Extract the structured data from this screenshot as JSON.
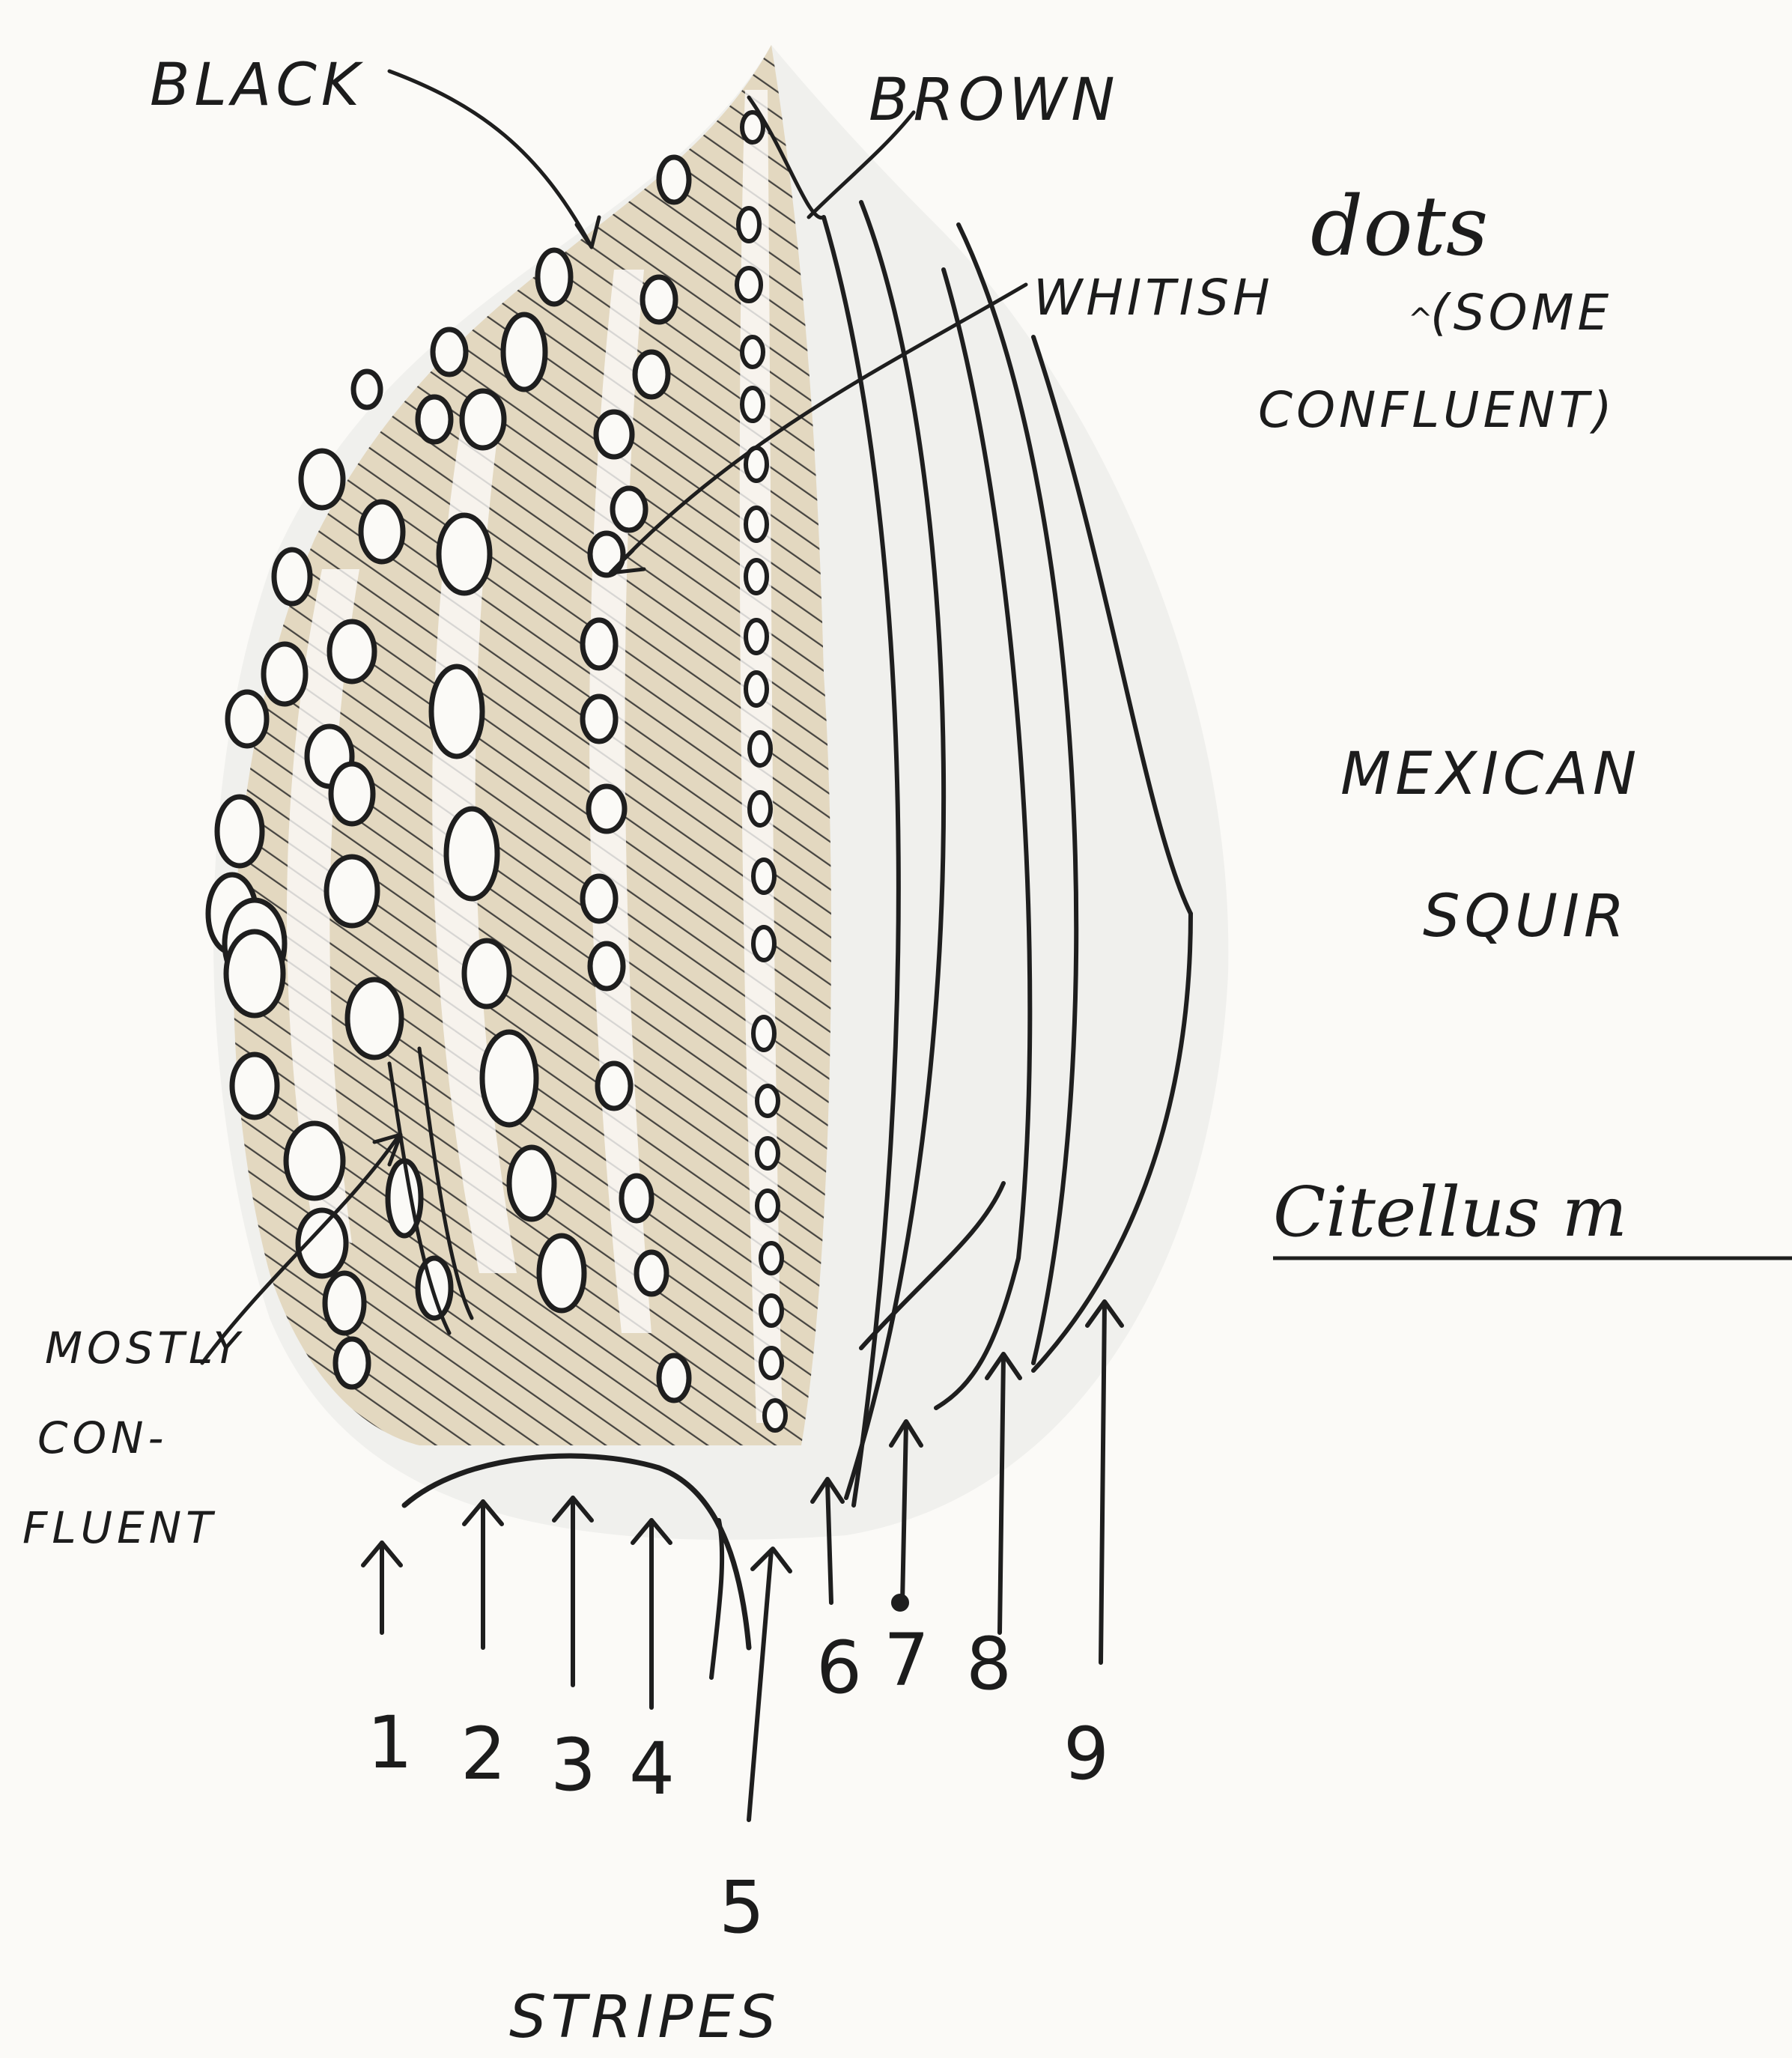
{
  "labels": {
    "black": "BLACK",
    "brown": "BROWN",
    "dots": "dots",
    "whitish": "WHITISH",
    "some": "(SOME",
    "confluent": "CONFLUENT)",
    "mexican": "MEXICAN",
    "squirrel": "SQUIR",
    "scientific": "Citellus m",
    "mostly": "MOSTLY",
    "con": "CON-",
    "fluent": "FLUENT",
    "stripes": "STRIPES"
  },
  "stripe_numbers": [
    "1",
    "2",
    "3",
    "4",
    "5",
    "6",
    "7",
    "8",
    "9"
  ],
  "colors": {
    "ink": "#1e1e1e",
    "brown_wash": "#d8c59a",
    "paper": "#fbfaf7",
    "shadow": "#e4e4e2"
  }
}
